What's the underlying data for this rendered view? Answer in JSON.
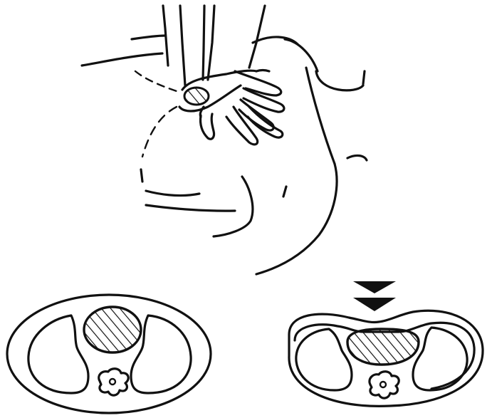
{
  "figure": {
    "panels": [
      "hand-on-chest-compression",
      "chest-cross-section-normal",
      "chest-cross-section-compressed"
    ],
    "compression_arrows": 2,
    "ink_color": "#111111",
    "background_color": "#ffffff",
    "icons": [
      "hand-icon",
      "heart-hatched-icon",
      "spine-vertebra-icon",
      "arrow-down-icon"
    ]
  }
}
